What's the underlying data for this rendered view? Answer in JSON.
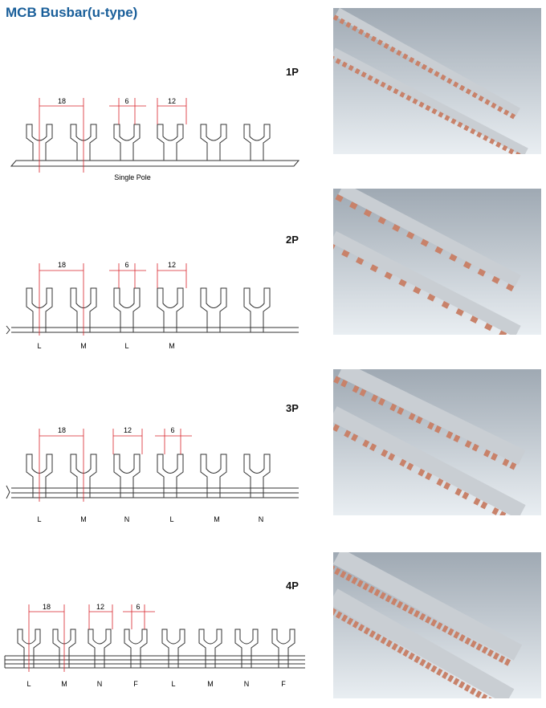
{
  "title": "MCB Busbar(u-type)",
  "colors": {
    "title": "#1a5f9a",
    "dimension": "#d8232a",
    "copper": "#c8826a",
    "bar": "#c9ced3"
  },
  "sections": [
    {
      "id": "1p",
      "pole_label": "1P",
      "dims": [
        "18",
        "6",
        "12"
      ],
      "caption": "Single Pole",
      "phase_labels": []
    },
    {
      "id": "2p",
      "pole_label": "2P",
      "dims": [
        "18",
        "6",
        "12"
      ],
      "caption": "",
      "phase_labels": [
        "L",
        "M",
        "L",
        "M"
      ]
    },
    {
      "id": "3p",
      "pole_label": "3P",
      "dims": [
        "18",
        "12",
        "6"
      ],
      "caption": "",
      "phase_labels": [
        "L",
        "M",
        "N",
        "L",
        "M",
        "N"
      ]
    },
    {
      "id": "4p",
      "pole_label": "4P",
      "dims": [
        "18",
        "12",
        "6"
      ],
      "caption": "",
      "phase_labels": [
        "L",
        "M",
        "N",
        "F",
        "L",
        "M",
        "N",
        "F"
      ]
    }
  ]
}
